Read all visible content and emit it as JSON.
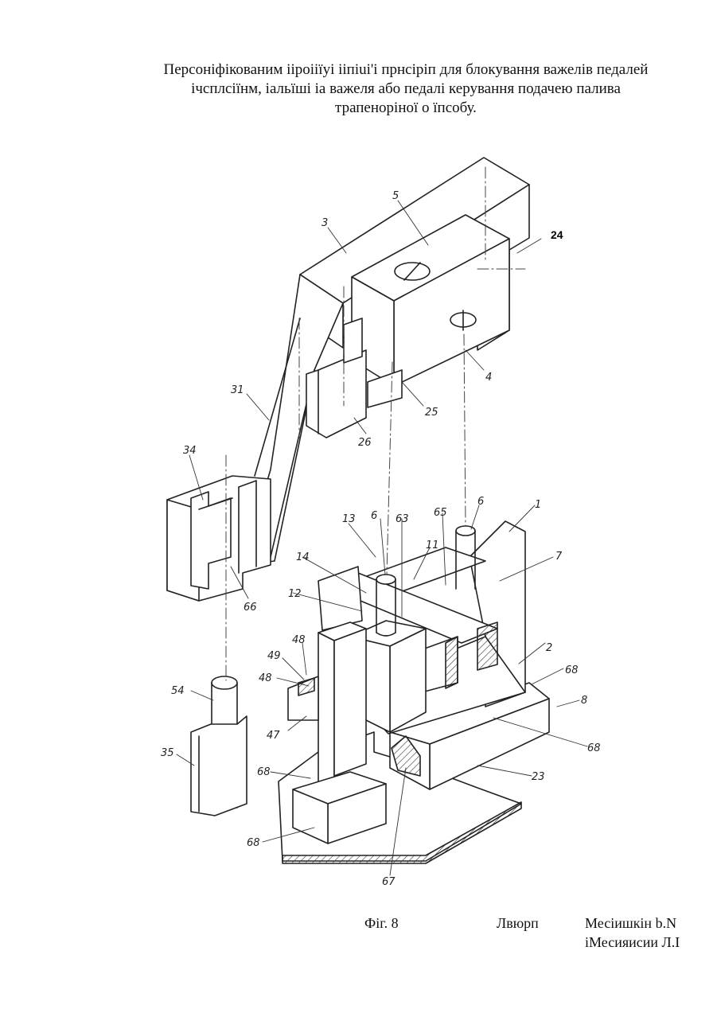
{
  "title_lines": [
    "Персоніфікованим ііроііїуі ііпіui'і прнсіріп для блокування важелів педалей",
    "ічсплсіїнм, іальїші іа важеля або педалі керування подачею палива",
    "трапеноріної о їпсобу."
  ],
  "labels": {
    "l3": "3",
    "l5": "5",
    "l24": "24",
    "l4": "4",
    "l31": "31",
    "l25": "25",
    "l26": "26",
    "l34": "34",
    "l66": "66",
    "l13": "13",
    "l6a": "6",
    "l63": "63",
    "l65": "65",
    "l6b": "6",
    "l1": "1",
    "l14": "14",
    "l11": "11",
    "l7": "7",
    "l12": "12",
    "l48a": "48",
    "l49": "49",
    "l48b": "48",
    "l2": "2",
    "l68a": "68",
    "l8": "8",
    "l54": "54",
    "l47": "47",
    "l68b": "68",
    "l35": "35",
    "l68c": "68",
    "l23": "23",
    "l68d": "68",
    "l67": "67"
  },
  "footer": {
    "fig": "Фіг. 8",
    "middle": "Лвюрп",
    "author1": "Месіишкін b.N",
    "author2": "іМесияисии Л.І"
  }
}
